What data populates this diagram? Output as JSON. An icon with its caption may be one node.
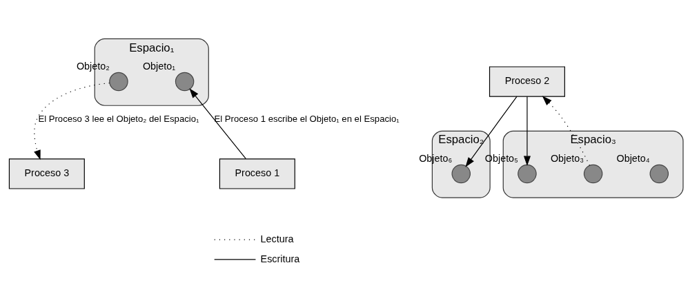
{
  "diagram": {
    "nodes": [
      {
        "text": [
          "Espacio₁"
        ]
      },
      {
        "text": [
          "Objeto₁"
        ],
        "in": 0
      },
      {
        "text": [
          "Objeto₂"
        ],
        "in": 0
      },
      {
        "text": [
          "Proceso 1"
        ]
      },
      {
        "text": [
          "Proceso 3"
        ]
      },
      {
        "text": [
          "Espacio₂"
        ]
      },
      {
        "text": [
          "Objeto₆"
        ],
        "in": 5
      },
      {
        "text": [
          "Proceso 2"
        ]
      },
      {
        "text": [
          "Espacio₃"
        ]
      },
      {
        "text": [
          "Objeto₄"
        ],
        "in": 8
      },
      {
        "text": [
          "Objeto₅"
        ],
        "in": 8
      },
      {
        "text": [
          "Objeto₃"
        ],
        "in": 8
      }
    ],
    "edges": [
      {
        "from": 3,
        "to": 1,
        "arrow": "to",
        "label": "El Proceso 1 escribe el Objeto₁ en el Espacio₁"
      },
      {
        "from": 2,
        "to": 4,
        "arrow": "to",
        "style": "dashed",
        "label": "El Proceso 3 lee el Objeto₂ del Espacio₁"
      },
      {
        "from": 7,
        "to": 6,
        "arrow": "to"
      },
      {
        "from": 7,
        "to": 10,
        "arrow": "to"
      },
      {
        "from": 11,
        "to": 7,
        "arrow": "to",
        "style": "dashed"
      }
    ],
    "legend": [
      {
        "text": "Lectura"
      },
      {
        "text": "Escritura"
      }
    ]
  }
}
